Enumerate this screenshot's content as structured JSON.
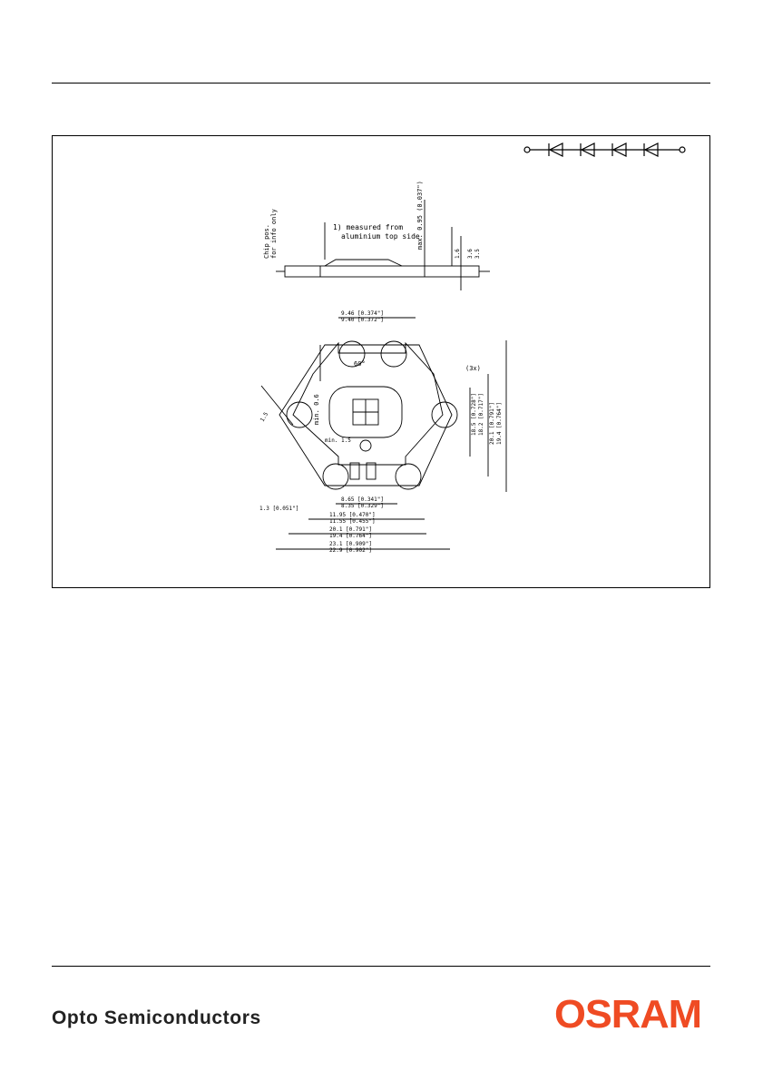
{
  "drawing": {
    "note": "1) measured from",
    "note2": "aluminium top side",
    "chip_pos": "Chip pos.",
    "chip_pos2": "for info only",
    "max_label": "max. 0.95 (0.037\")",
    "angle": "60°",
    "min_label": "min. 0.6",
    "min_label2": "min. 1.5",
    "count_label": "(3x)",
    "dims": {
      "d1": "9.46 [0.374\"]",
      "d2": "9.40 [0.372\"]",
      "d3": "8.65 [0.341\"]",
      "d4": "8.35 [0.329\"]",
      "d5": "11.95 [0.470\"]",
      "d6": "11.55 [0.455\"]",
      "d7": "18.5 [0.728\"]",
      "d8": "18.2 [0.717\"]",
      "d9": "20.1 [0.791\"]",
      "d10": "19.4 [0.764\"]",
      "d11": "23.1 [0.909\"]",
      "d12": "22.9 [0.902\"]",
      "d13": "3.6",
      "d14": "3.5",
      "d15": "1.6",
      "d16": "1.5",
      "d17": "1.3 [0.051\"]"
    }
  },
  "footer": {
    "title": "Opto Semiconductors",
    "logo": "OSRAM"
  },
  "colors": {
    "brand": "#ef4b23",
    "line": "#000000"
  }
}
